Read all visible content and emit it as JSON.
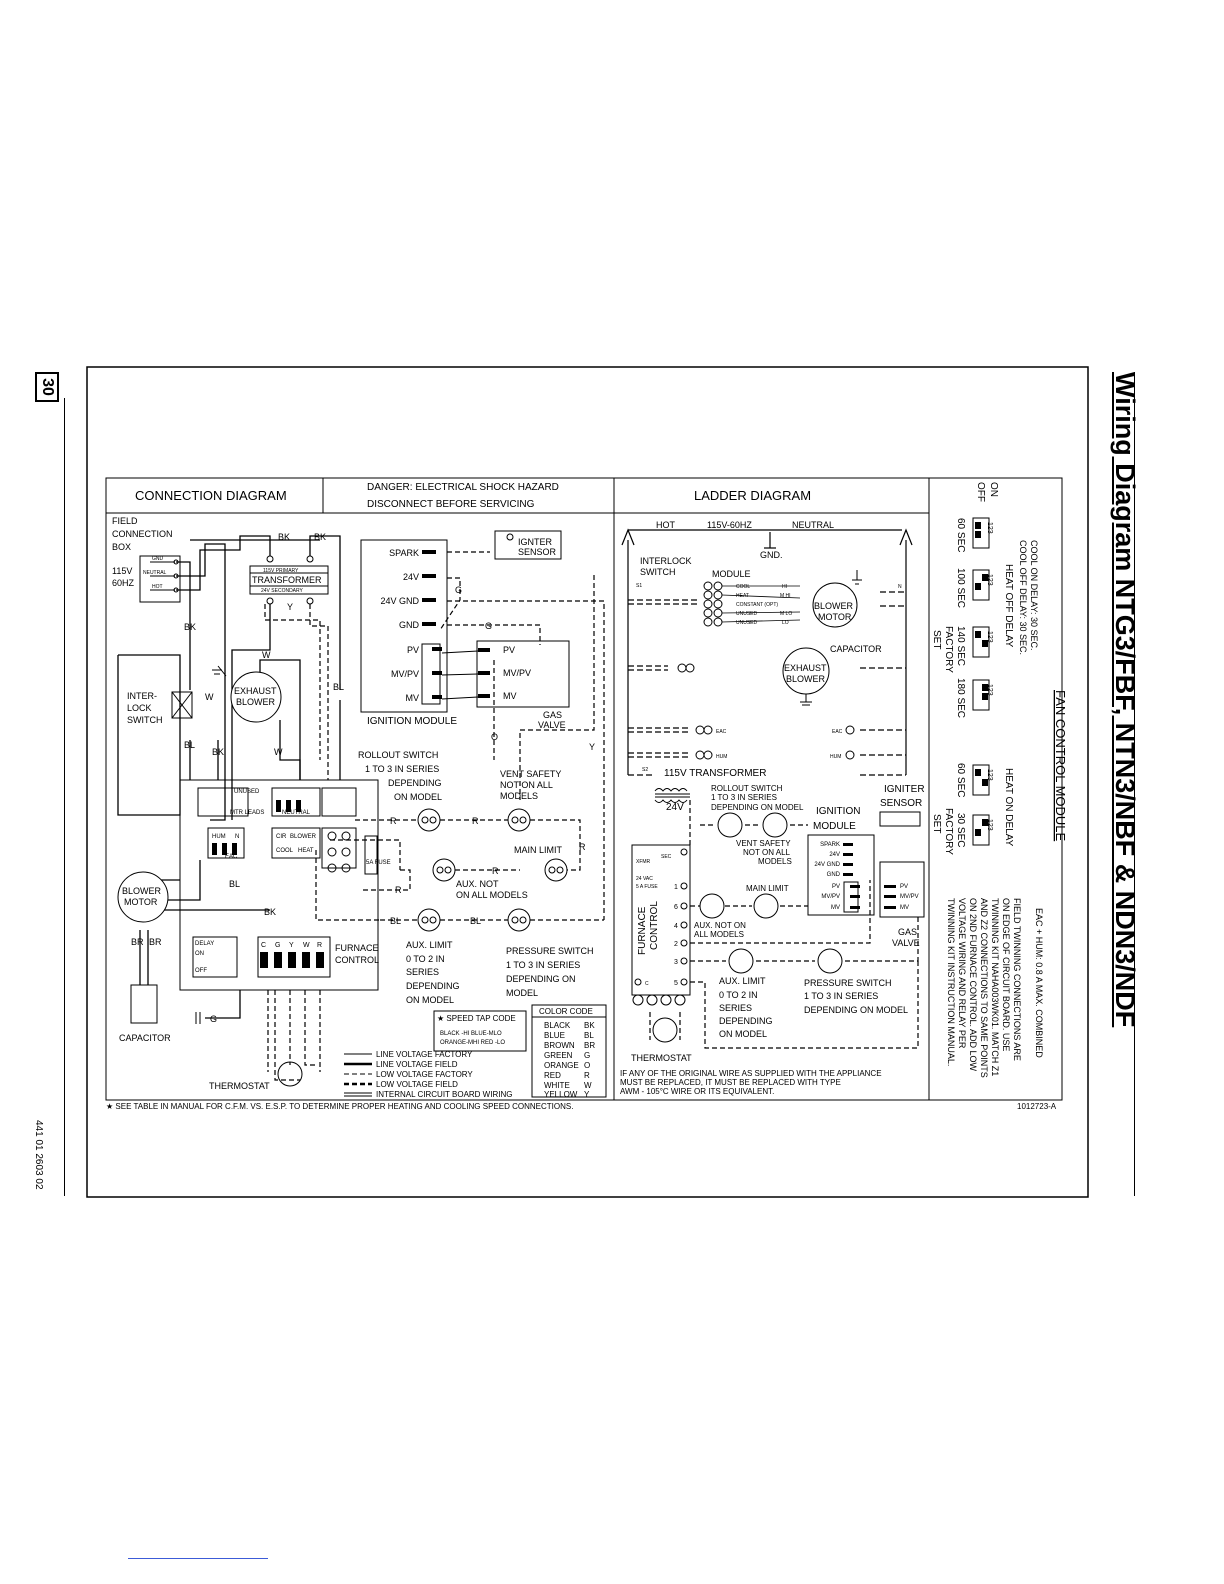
{
  "page": {
    "number": "30",
    "side_title": "Wiring Diagram NTG3/FBF, NTN3/NBF & NDN3/NDF",
    "doc_number": "441 01 2603 02"
  },
  "header": {
    "connection_title": "CONNECTION DIAGRAM",
    "danger_line1": "DANGER: ELECTRICAL SHOCK HAZARD",
    "danger_line2": "DISCONNECT BEFORE SERVICING",
    "ladder_title": "LADDER DIAGRAM"
  },
  "connection": {
    "field_box": [
      "FIELD",
      "CONNECTION",
      "BOX"
    ],
    "supply": [
      "115V",
      "60HZ"
    ],
    "field_terms": [
      "GND",
      "NEUTRAL",
      "HOT"
    ],
    "transformer": [
      "115V PRIMARY",
      "TRANSFORMER",
      "24V SECONDARY"
    ],
    "interlock": [
      "INTER-",
      "LOCK",
      "SWITCH"
    ],
    "exhaust": [
      "EXHAUST",
      "BLOWER"
    ],
    "ign_terms": [
      "SPARK",
      "24V",
      "24V GND",
      "GND",
      "PV",
      "MV/PV",
      "MV"
    ],
    "ign_module": "IGNITION MODULE",
    "igniter": [
      "IGNTER",
      "SENSOR"
    ],
    "gas_valve_terms": [
      "PV",
      "MV/PV",
      "MV"
    ],
    "gas_valve": [
      "GAS",
      "VALVE"
    ],
    "rollout": [
      "ROLLOUT SWITCH",
      "1 TO 3 IN SERIES",
      "DEPENDING",
      "ON MODEL"
    ],
    "vent_safety": [
      "VENT SAFETY",
      "NOT ON ALL",
      "MODELS"
    ],
    "main_limit": "MAIN LIMIT",
    "aux_not": [
      "AUX. NOT",
      "ON ALL MODELS"
    ],
    "aux_limit": [
      "AUX. LIMIT",
      "0 TO 2 IN",
      "SERIES",
      "DEPENDING",
      "ON MODEL"
    ],
    "pressure": [
      "PRESSURE SWITCH",
      "1 TO 3 IN SERIES",
      "DEPENDING ON",
      "MODEL"
    ],
    "blower_motor": [
      "BLOWER",
      "MOTOR"
    ],
    "capacitor": "CAPACITOR",
    "thermostat": "THERMOSTAT",
    "furnace_control": [
      "FURNACE",
      "CONTROL"
    ],
    "board_labels": [
      "UNUSED",
      "MTR LEADS",
      "NEUTRAL",
      "HUM",
      "N",
      "EAC",
      "CIR",
      "BLOWER",
      "COOL",
      "HEAT",
      "5A FUSE",
      "DELAY",
      "ON",
      "OFF",
      "C",
      "G",
      "Y",
      "W",
      "R"
    ],
    "wire_tags": [
      "BK",
      "BK",
      "BK",
      "BK",
      "BK",
      "W",
      "W",
      "W",
      "Y",
      "Y",
      "BL",
      "BL",
      "BL",
      "BL",
      "BL",
      "G",
      "G",
      "G",
      "R",
      "R",
      "R",
      "R",
      "R",
      "O",
      "BR",
      "BR"
    ],
    "footnote": "★ SEE TABLE IN MANUAL FOR C.F.M. VS. E.S.P. TO DETERMINE PROPER HEATING AND COOLING SPEED CONNECTIONS."
  },
  "speed_tap": {
    "title": "★ SPEED TAP CODE",
    "rows": [
      "BLACK -HI   BLUE-MLO",
      "ORANGE-MHI  RED  -LO"
    ]
  },
  "color_code": {
    "title": "COLOR  CODE",
    "rows": [
      [
        "BLACK",
        "BK"
      ],
      [
        "BLUE",
        "BL"
      ],
      [
        "BROWN",
        "BR"
      ],
      [
        "GREEN",
        "G"
      ],
      [
        "ORANGE",
        "O"
      ],
      [
        "RED",
        "R"
      ],
      [
        "WHITE",
        "W"
      ],
      [
        "YELLOW",
        "Y"
      ]
    ]
  },
  "legend": [
    "LINE VOLTAGE FACTORY",
    "LINE VOLTAGE FIELD",
    "LOW VOLTAGE FACTORY",
    "LOW VOLTAGE FIELD",
    "INTERNAL CIRCUIT BOARD WIRING"
  ],
  "ladder": {
    "top": [
      "HOT",
      "115V-60HZ",
      "NEUTRAL"
    ],
    "gnd": "GND.",
    "interlock": [
      "INTERLOCK",
      "SWITCH"
    ],
    "module": "MODULE",
    "module_rows": [
      "COOL",
      "HEAT",
      "CONSTANT (OPT)",
      "UNUSED",
      "UNUSED"
    ],
    "speeds": [
      "HI",
      "M HI",
      "M LO",
      "LO"
    ],
    "blower_motor": [
      "BLOWER",
      "MOTOR"
    ],
    "capacitor": "CAPACITOR",
    "exhaust": [
      "EXHAUST",
      "BLOWER"
    ],
    "eac": "EAC",
    "hum": "HUM",
    "transformer": "115V TRANSFORMER",
    "v24": "24V",
    "s1": "S1",
    "s2": "S2",
    "n": "N",
    "rollout": [
      "ROLLOUT SWITCH",
      "1 TO 3 IN SERIES",
      "DEPENDING ON MODEL"
    ],
    "vent_safety": [
      "VENT SAFETY",
      "NOT ON ALL",
      "MODELS"
    ],
    "ignition_module": [
      "IGNITION",
      "MODULE"
    ],
    "ign_terms": [
      "SPARK",
      "24V",
      "24V GND",
      "GND",
      "PV",
      "MV/PV",
      "MV"
    ],
    "igniter": [
      "IGNITER",
      "SENSOR"
    ],
    "main_limit": "MAIN LIMIT",
    "aux_not": [
      "AUX. NOT ON",
      "ALL MODELS"
    ],
    "furnace_control": [
      "FURNACE",
      "CONTROL"
    ],
    "fc_labels": [
      "XFMR",
      "SEC",
      "24 VAC",
      "5 A FUSE",
      "C"
    ],
    "fc_nums": [
      "1",
      "6",
      "4",
      "2",
      "3",
      "5"
    ],
    "aux_limit": [
      "AUX. LIMIT",
      "0 TO 2 IN",
      "SERIES",
      "DEPENDING",
      "ON MODEL"
    ],
    "pressure": [
      "PRESSURE SWITCH",
      "1 TO 3 IN SERIES",
      "DEPENDING ON MODEL"
    ],
    "gas_valve_terms": [
      "PV",
      "MV/PV",
      "MV"
    ],
    "gas_valve": [
      "GAS",
      "VALVE"
    ],
    "thermostat": "THERMOSTAT",
    "note": [
      "IF ANY OF THE ORIGINAL WIRE AS SUPPLIED WITH THE APPLIANCE",
      "MUST BE REPLACED, IT MUST BE REPLACED WITH TYPE",
      "AWM - 105°C WIRE OR ITS EQUIVALENT."
    ],
    "part_number": "1012723-A"
  },
  "fan_module": {
    "title": "FAN CONTROL MODULE",
    "on_off": [
      "ON",
      "OFF"
    ],
    "cool_delay": [
      "COOL ON DELAY:  30 SEC.",
      "COOL OFF DELAY:  30 SEC."
    ],
    "heat_off": "HEAT OFF DELAY",
    "heat_off_settings": [
      "60 SEC",
      "100 SEC",
      "140 SEC",
      "180 SEC"
    ],
    "factory_set": [
      "FACTORY",
      "SET"
    ],
    "heat_on": "HEAT ON DELAY",
    "heat_on_settings": [
      "60 SEC",
      "30 SEC"
    ],
    "dip": "123",
    "eac_hum": "EAC + HUM:  0.8 A MAX. COMBINED",
    "twinning": [
      "FIELD TWINNING CONNECTIONS ARE",
      "ON EDGE OF CIRCUIT BOARD. USE",
      "TWINNING KIT NAHA003WK01. MATCH Z1",
      "AND Z2 CONNECTIONS TO SAME POINTS",
      "ON 2ND FURNACE CONTROL. ADD LOW",
      "VOLTAGE WIRING AND RELAY PER",
      "TWINNING KIT INSTRUCTION MANUAL."
    ]
  }
}
